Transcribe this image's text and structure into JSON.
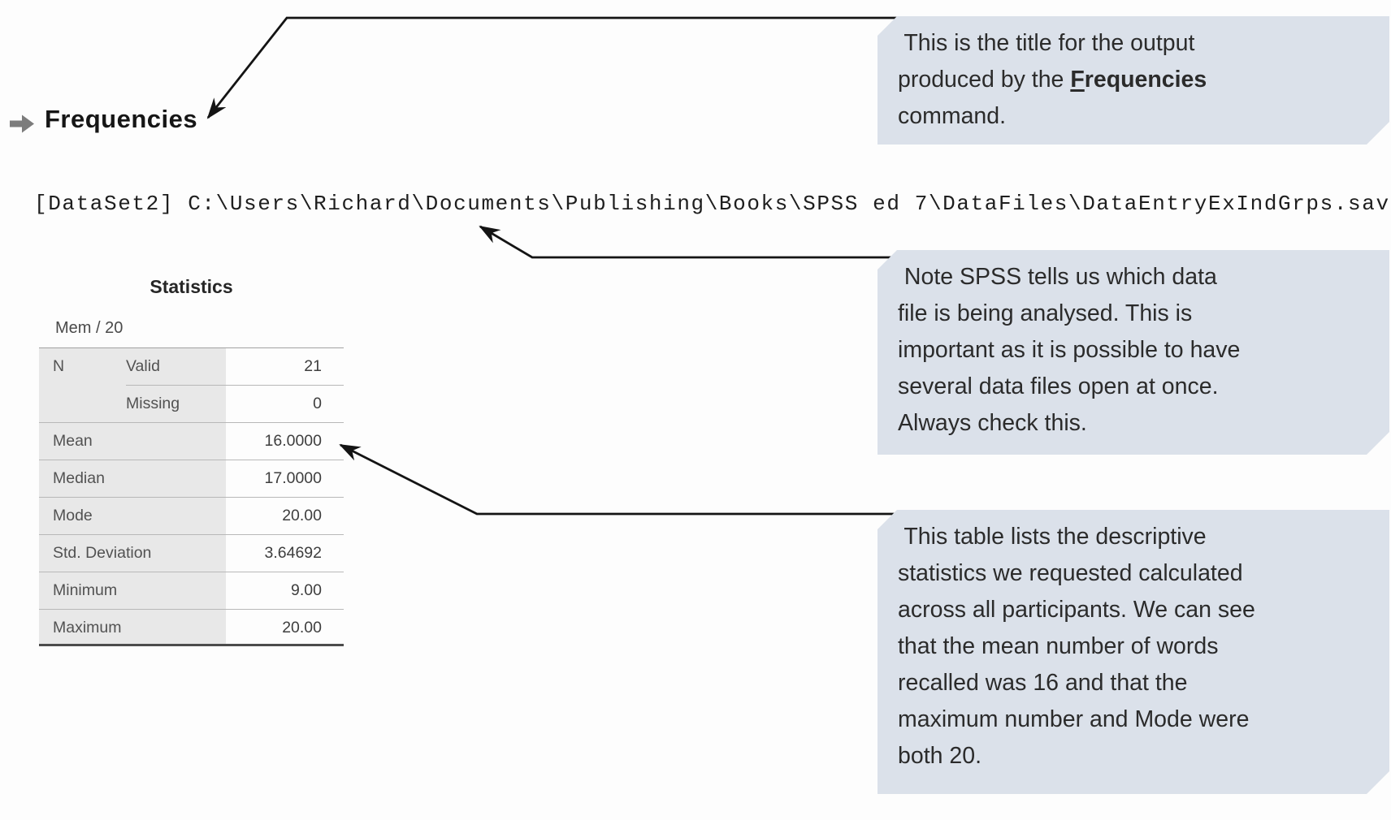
{
  "colors": {
    "callout_bg": "#dbe1ea",
    "table_label_bg": "#e8e8e8",
    "arrow_color": "#141414",
    "outline_icon_gray": "#7c7c7c"
  },
  "output": {
    "heading": "Frequencies",
    "heading_icon": "right-arrow-icon",
    "dataset_line": "[DataSet2] C:\\Users\\Richard\\Documents\\Publishing\\Books\\SPSS ed 7\\DataFiles\\DataEntryExIndGrps.sav"
  },
  "statistics_table": {
    "title": "Statistics",
    "variable": "Mem / 20",
    "rows": [
      {
        "label": "N",
        "sublabel": "Valid",
        "value": "21"
      },
      {
        "label": "",
        "sublabel": "Missing",
        "value": "0"
      },
      {
        "label": "Mean",
        "sublabel": "",
        "value": "16.0000"
      },
      {
        "label": "Median",
        "sublabel": "",
        "value": "17.0000"
      },
      {
        "label": "Mode",
        "sublabel": "",
        "value": "20.00"
      },
      {
        "label": "Std. Deviation",
        "sublabel": "",
        "value": "3.64692"
      },
      {
        "label": "Minimum",
        "sublabel": "",
        "value": "9.00"
      },
      {
        "label": "Maximum",
        "sublabel": "",
        "value": "20.00"
      }
    ]
  },
  "callouts": {
    "title_note": {
      "line1": " This is the title for the output",
      "line2_prefix": "produced by the ",
      "bold_initial": "F",
      "bold_rest": "requencies",
      "line3": "command."
    },
    "datafile_note": {
      "lines": [
        " Note SPSS tells us which data",
        "file is being analysed. This is",
        "important as it is possible to have",
        "several data files open at once.",
        "Always check this."
      ]
    },
    "table_note": {
      "lines": [
        " This table lists the descriptive",
        "statistics we requested calculated",
        "across all participants. We can see",
        "that the mean number of words",
        "recalled was 16 and that the",
        "maximum number and Mode were",
        "both 20."
      ]
    }
  }
}
